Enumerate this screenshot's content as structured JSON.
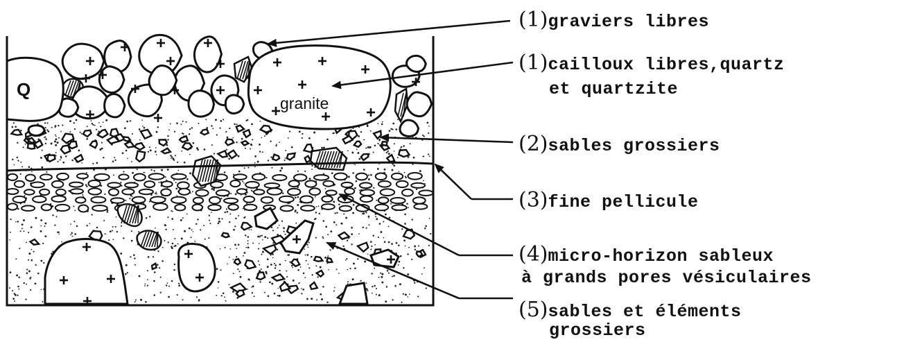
{
  "figure": {
    "inner_labels": {
      "quartz_block": "Q",
      "granite_block": "granite"
    },
    "labels": [
      {
        "num": "(1)",
        "lines": [
          "graviers libres"
        ]
      },
      {
        "num": "(1)",
        "lines": [
          "cailloux libres,quartz",
          "et quartzite"
        ]
      },
      {
        "num": "(2)",
        "lines": [
          "sables grossiers"
        ]
      },
      {
        "num": "(3)",
        "lines": [
          "fine pellicule"
        ]
      },
      {
        "num": "(4)",
        "lines": [
          "micro-horizon sableux",
          "à grands pores vésiculaires"
        ]
      },
      {
        "num": "(5)",
        "lines": [
          "sables et éléments",
          "grossiers"
        ]
      }
    ]
  }
}
